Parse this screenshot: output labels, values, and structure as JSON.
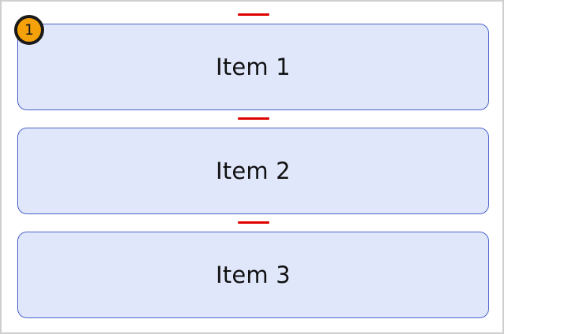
{
  "items": [
    {
      "label": "Item 1"
    },
    {
      "label": "Item 2"
    },
    {
      "label": "Item 3"
    }
  ],
  "badge": {
    "text": "1"
  },
  "colors": {
    "item_fill": "#e1e7fb",
    "item_border": "#4a63c8",
    "indicator": "#e00000",
    "badge_fill": "#f5a20a",
    "badge_border": "#1a1a1a",
    "panel_border": "#cfcfcf"
  }
}
